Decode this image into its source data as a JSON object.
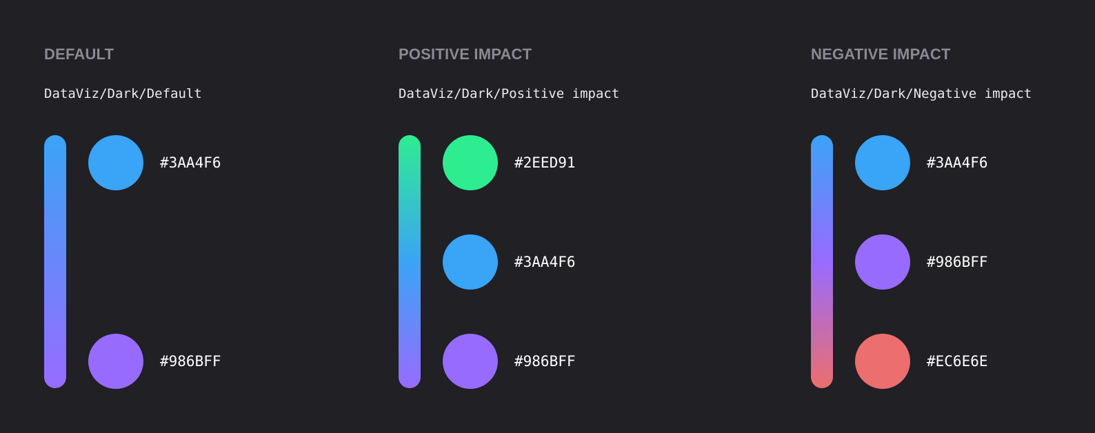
{
  "palettes": {
    "default": {
      "title": "DEFAULT",
      "token": "DataViz/Dark/Default",
      "colors": {
        "top": {
          "hex": "#3AA4F6",
          "label": "#3AA4F6"
        },
        "bottom": {
          "hex": "#986BFF",
          "label": "#986BFF"
        }
      }
    },
    "positive": {
      "title": "POSITIVE IMPACT",
      "token": "DataViz/Dark/Positive impact",
      "colors": {
        "top": {
          "hex": "#2EED91",
          "label": "#2EED91"
        },
        "middle": {
          "hex": "#3AA4F6",
          "label": "#3AA4F6"
        },
        "bottom": {
          "hex": "#986BFF",
          "label": "#986BFF"
        }
      }
    },
    "negative": {
      "title": "NEGATIVE IMPACT",
      "token": "DataViz/Dark/Negative impact",
      "colors": {
        "top": {
          "hex": "#3AA4F6",
          "label": "#3AA4F6"
        },
        "middle": {
          "hex": "#986BFF",
          "label": "#986BFF"
        },
        "bottom": {
          "hex": "#EC6E6E",
          "label": "#EC6E6E"
        }
      }
    }
  },
  "theme": {
    "background": "#202025",
    "title_color": "#8A8A90",
    "text_color": "#FFFFFF"
  }
}
